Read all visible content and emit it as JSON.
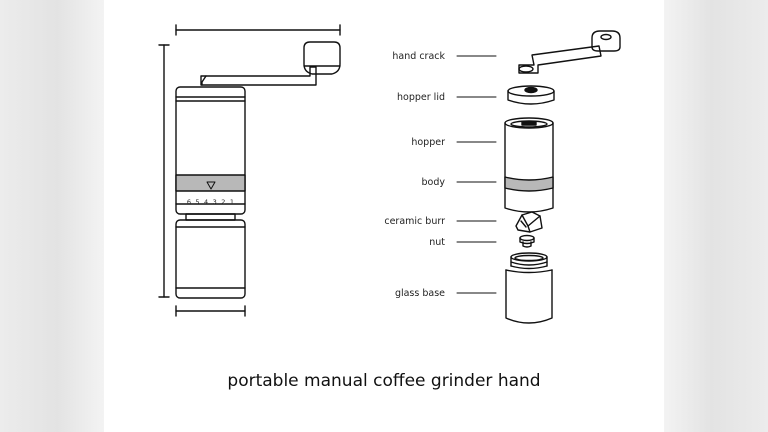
{
  "caption": "portable manual coffee grinder hand",
  "grind_scale": "6 5 4 3 2 1",
  "parts": {
    "hand_crack": "hand crack",
    "hopper_lid": "hopper lid",
    "hopper": "hopper",
    "body": "body",
    "ceramic_burr": "ceramic burr",
    "nut": "nut",
    "glass_base": "glass base"
  },
  "colors": {
    "stroke": "#111111",
    "band": "#b8b8b8",
    "background": "#ffffff"
  }
}
